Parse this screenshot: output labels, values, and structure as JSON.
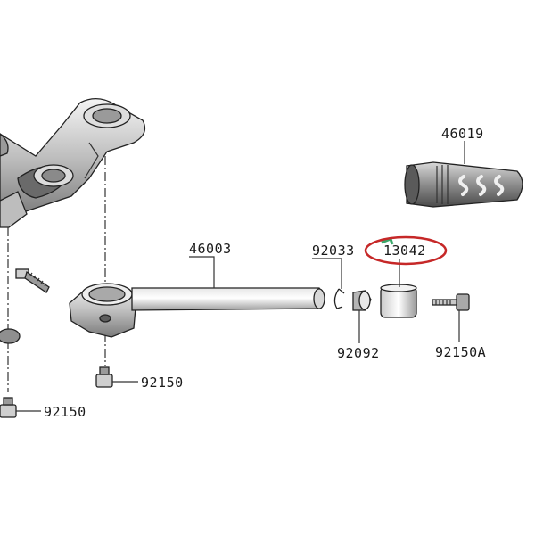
{
  "diagram": {
    "part_numbers": {
      "grip": "46019",
      "handlebar": "46003",
      "circlip": "92033",
      "weight": "13042",
      "collar": "92092",
      "end_bolt": "92150A",
      "clamp_bolt": "92150",
      "lower_bolt": "92150"
    },
    "highlight": {
      "target": "13042",
      "color": "#c62828",
      "ink_mark_color": "#3aa86b"
    }
  }
}
